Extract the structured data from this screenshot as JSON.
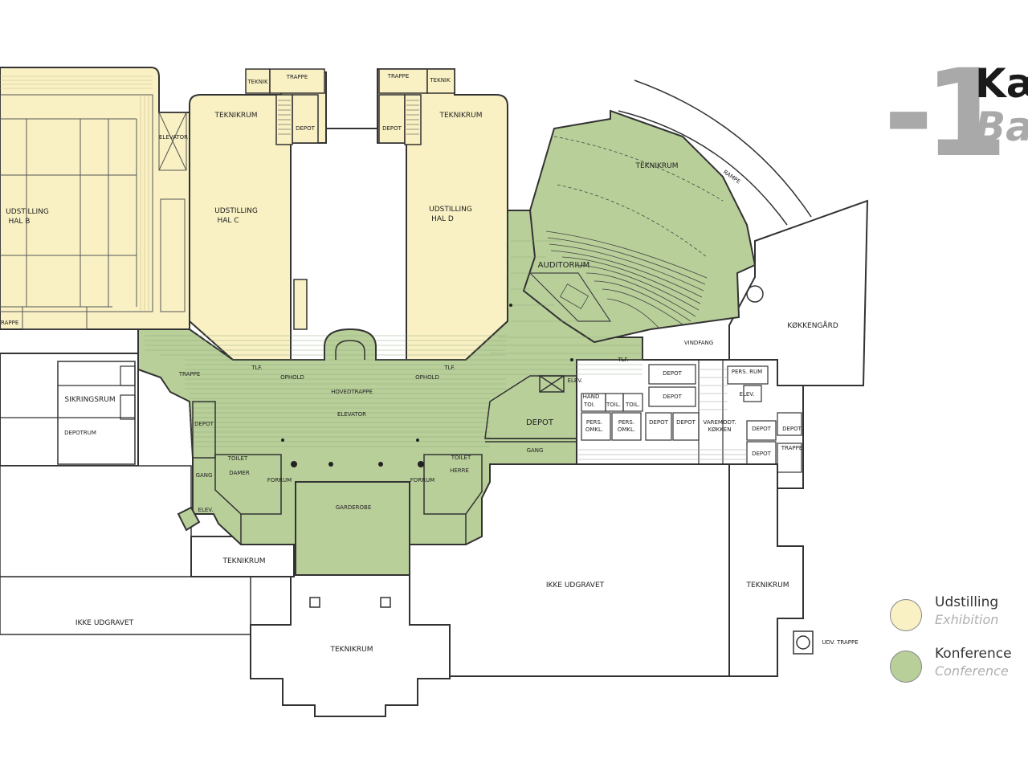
{
  "title": {
    "level": "-1",
    "danish": "Kæ",
    "english": "Bas"
  },
  "legend": [
    {
      "label": "Udstilling",
      "sublabel": "Exhibition",
      "color": "#f9f1c4"
    },
    {
      "label": "Konference",
      "sublabel": "Conference",
      "color": "#b9cf9a"
    }
  ],
  "labels": {
    "udstilling_hal_b_1": "UDSTILLING",
    "udstilling_hal_b_2": "HAL B",
    "udstilling_hal_c_1": "UDSTILLING",
    "udstilling_hal_c_2": "HAL C",
    "udstilling_hal_d_1": "UDSTILLING",
    "udstilling_hal_d_2": "HAL D",
    "teknikrum_c": "TEKNIKRUM",
    "teknikrum_d": "TEKNIKRUM",
    "teknikrum_aud": "TEKNIKRUM",
    "teknikrum_sw": "TEKNIKRUM",
    "teknikrum_s": "TEKNIKRUM",
    "teknikrum_e": "TEKNIKRUM",
    "teknik_1": "TEKNIK",
    "teknik_2": "TEKNIK",
    "trappe_1": "TRAPPE",
    "trappe_2": "TRAPPE",
    "trappe_3": "TRAPPE",
    "trappe_4": "TRAPPE",
    "trappe_5": "TRAPPE",
    "depot_c": "DEPOT",
    "depot_d": "DEPOT",
    "depot_w": "DEPOT",
    "depot_main": "DEPOT",
    "depot_k1": "DEPOT",
    "depot_k2": "DEPOT",
    "depot_k3": "DEPOT",
    "depot_k4": "DEPOT",
    "depot_k5": "DEPOT",
    "depot_k6": "DEPOT",
    "depot_k7": "DEPOT",
    "elevator_1": "ELEVATOR",
    "elevator_2": "ELEVATOR",
    "elev_1": "ELEV.",
    "elev_2": "ELEV.",
    "elev_3": "ELEV.",
    "rampe": "RAMPE",
    "auditorium": "AUDITORIUM",
    "kokkengard": "KØKKENGÅRD",
    "vindfang": "VINDFANG",
    "sikringsrum": "SIKRINGSRUM",
    "depotrum": "DEPOTRUM",
    "tlf_1": "TLF.",
    "tlf_2": "TLF.",
    "tlf_3": "TLF.",
    "ophold_1": "OPHOLD",
    "ophold_2": "OPHOLD",
    "hovedtrappe": "HOVEDTRAPPE",
    "toilet_damer": "TOILET",
    "damer": "DAMER",
    "toilet_herre": "TOILET",
    "herre": "HERRE",
    "forrum_1": "FORRUM",
    "forrum_2": "FORRUM",
    "gang_1": "GANG",
    "gang_2": "GANG",
    "garderobe": "GARDEROBE",
    "ikke_udgravet_1": "IKKE  UDGRAVET",
    "ikke_udgravet_2": "IKKE  UDGRAVET",
    "pers_rum": "PERS. RUM",
    "pers_omkl_1a": "PERS.",
    "pers_omkl_1b": "OMKL.",
    "pers_omkl_2a": "PERS.",
    "pers_omkl_2b": "OMKL.",
    "handtoi": "HAND",
    "toi": "TOI.",
    "toil_1": "TOIL.",
    "toil_2": "TOIL.",
    "varemodt_1": "VAREMODT.",
    "varemodt_2": "KØKKEN",
    "udv_trappe": "UDV. TRAPPE"
  }
}
